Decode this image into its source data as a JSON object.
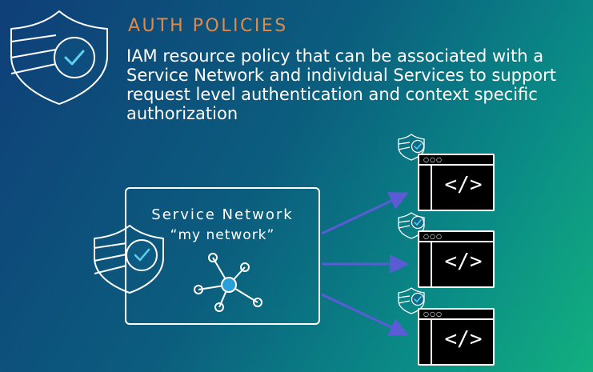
{
  "header": {
    "title": "AUTH POLICIES",
    "description": "IAM resource policy that can be associated with a Service Network and individual Services to support request level authentication and context specific authorization"
  },
  "network": {
    "title": "Service Network",
    "subtitle": "“my network”"
  },
  "services": [
    {
      "code": "</>",
      "dots": "○○○"
    },
    {
      "code": "</>",
      "dots": "○○○"
    },
    {
      "code": "</>",
      "dots": "○○○"
    }
  ],
  "icons": {
    "policy": "shield-check-icon",
    "hub": "network-hub-icon"
  },
  "colors": {
    "heading": "#e08a4a",
    "arrow": "#5b5bd6",
    "text": "#ffffff",
    "background_start": "#0f3f78",
    "background_end": "#12b07f"
  }
}
